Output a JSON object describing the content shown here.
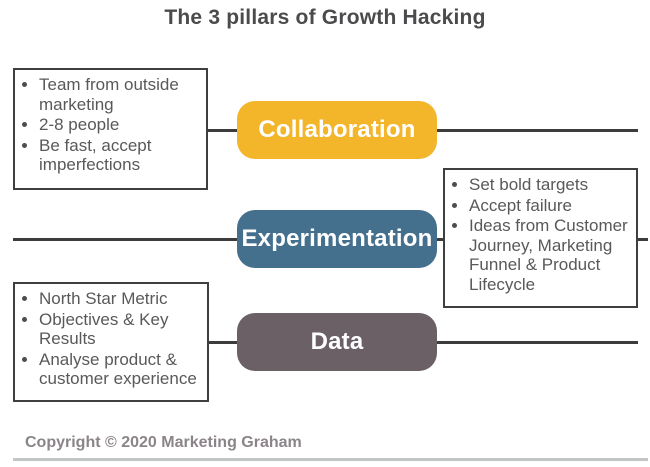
{
  "title": "The 3 pillars of Growth Hacking",
  "rows": [
    {
      "pill": "Collaboration",
      "pill_color": "#f3b52a",
      "box_side": "left",
      "bullets": [
        "Team from outside marketing",
        "2-8 people",
        "Be fast, accept imperfections"
      ]
    },
    {
      "pill": "Experimentation",
      "pill_color": "#44708e",
      "box_side": "right",
      "bullets": [
        "Set bold targets",
        "Accept failure",
        "Ideas from Customer Journey, Marketing Funnel & Product Lifecycle"
      ]
    },
    {
      "pill": "Data",
      "pill_color": "#6c6067",
      "box_side": "left",
      "bullets": [
        "North Star Metric",
        "Objectives & Key Results",
        "Analyse product & customer experience"
      ]
    }
  ],
  "footer": {
    "copyright": "Copyright © 2020 Marketing Graham"
  },
  "colors": {
    "title": "#4b4a4c",
    "row_line": "#3c3c3c",
    "box_border": "#3f3f3f",
    "box_text": "#595959",
    "pill_text": "#ffffff",
    "copyright": "#8b8589",
    "bottom_rule": "#c3c7c3"
  }
}
